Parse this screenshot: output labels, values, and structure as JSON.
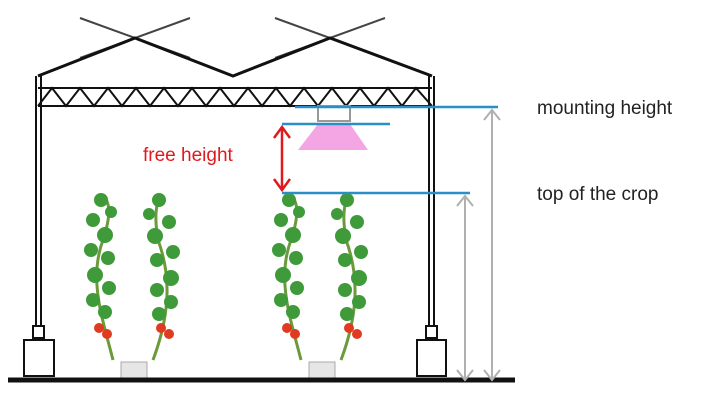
{
  "labels": {
    "mounting_height": "mounting height",
    "top_of_crop": "top of the crop",
    "free_height": "free height"
  },
  "colors": {
    "measure_line": "#2a8fc4",
    "free_height": "#e0191f",
    "lamp_light": "#f4a6e4",
    "structure": "#111111",
    "dimension_arrow": "#b0b0b0"
  }
}
